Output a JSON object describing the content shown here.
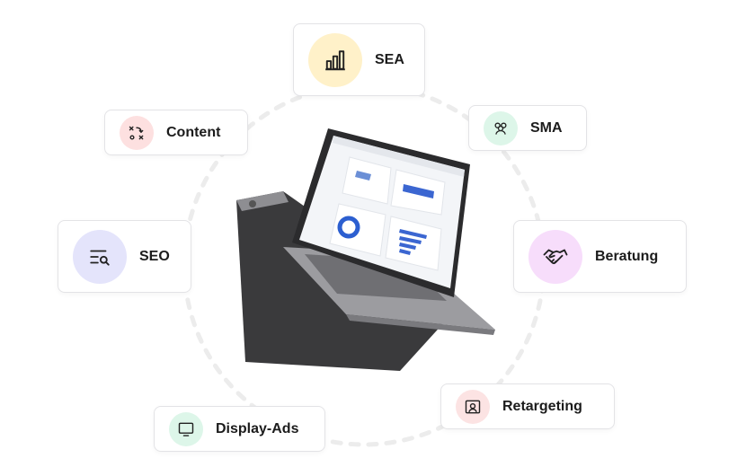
{
  "services": {
    "sea": {
      "label": "SEA",
      "icon": "bar-chart-icon",
      "color": "#FFF1C9"
    },
    "sma": {
      "label": "SMA",
      "icon": "users-icon",
      "color": "#DDF6E9"
    },
    "content": {
      "label": "Content",
      "icon": "strategy-icon",
      "color": "#FDE0E0"
    },
    "seo": {
      "label": "SEO",
      "icon": "search-list-icon",
      "color": "#E4E4FB"
    },
    "beratung": {
      "label": "Beratung",
      "icon": "handshake-icon",
      "color": "#F7DDFB"
    },
    "retargeting": {
      "label": "Retargeting",
      "icon": "person-frame-icon",
      "color": "#FCE3E3"
    },
    "display": {
      "label": "Display-Ads",
      "icon": "monitor-icon",
      "color": "#DDF6E9"
    }
  }
}
